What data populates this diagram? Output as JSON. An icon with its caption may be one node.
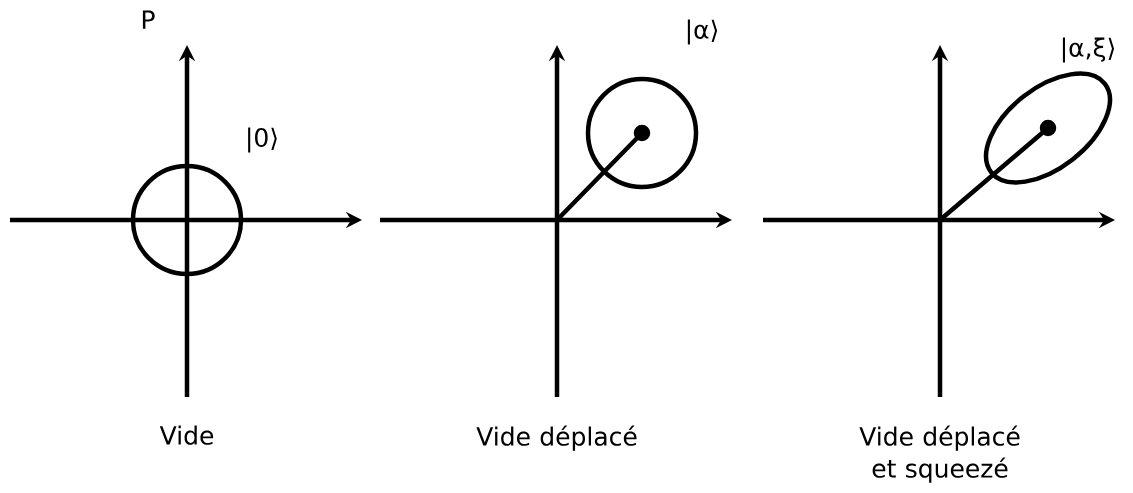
{
  "diagram": {
    "nodes": [
      {
        "text": [],
        "shape": "circle",
        "beside": [
          "|0⟩"
        ]
      },
      {
        "text": [],
        "shape": "circle",
        "beside": [
          "|α⟩"
        ]
      },
      {
        "text": [],
        "shape": "ellipse",
        "beside": [
          "|α,ξ⟩"
        ]
      }
    ],
    "labels": [
      "P",
      "Vide",
      "Vide déplacé",
      "Vide déplacé et squeezé"
    ]
  }
}
